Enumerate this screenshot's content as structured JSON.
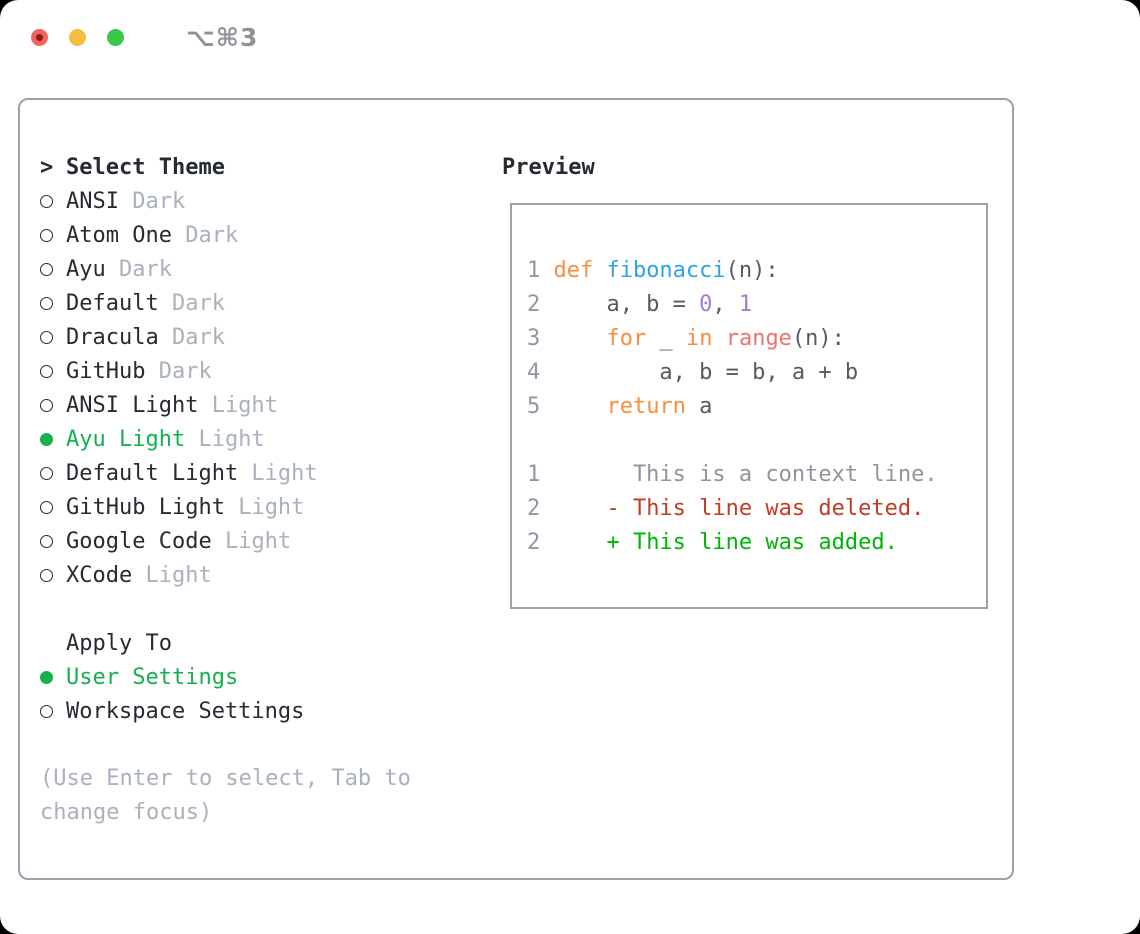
{
  "window": {
    "title": "⌥⌘3",
    "traffic_lights": [
      {
        "name": "close",
        "modified_dot": true
      },
      {
        "name": "minimize",
        "modified_dot": false
      },
      {
        "name": "zoom",
        "modified_dot": false
      }
    ]
  },
  "theme_picker": {
    "header_marker": ">",
    "header": "Select Theme",
    "themes": [
      {
        "name": "ANSI",
        "variant": "Dark",
        "selected": false
      },
      {
        "name": "Atom One",
        "variant": "Dark",
        "selected": false
      },
      {
        "name": "Ayu",
        "variant": "Dark",
        "selected": false
      },
      {
        "name": "Default",
        "variant": "Dark",
        "selected": false
      },
      {
        "name": "Dracula",
        "variant": "Dark",
        "selected": false
      },
      {
        "name": "GitHub",
        "variant": "Dark",
        "selected": false
      },
      {
        "name": "ANSI Light",
        "variant": "Light",
        "selected": false
      },
      {
        "name": "Ayu Light",
        "variant": "Light",
        "selected": true
      },
      {
        "name": "Default Light",
        "variant": "Light",
        "selected": false
      },
      {
        "name": "GitHub Light",
        "variant": "Light",
        "selected": false
      },
      {
        "name": "Google Code",
        "variant": "Light",
        "selected": false
      },
      {
        "name": "XCode",
        "variant": "Light",
        "selected": false
      }
    ],
    "apply_to": {
      "header": "Apply To",
      "options": [
        {
          "label": "User Settings",
          "selected": true
        },
        {
          "label": "Workspace Settings",
          "selected": false
        }
      ]
    },
    "hint_lines": [
      "(Use Enter to select, Tab to",
      "change focus)"
    ]
  },
  "preview": {
    "header": "Preview",
    "lines": [
      {
        "num": "1",
        "tokens": [
          {
            "t": "def ",
            "s": "kw"
          },
          {
            "t": "fibonacci",
            "s": "fn"
          },
          {
            "t": "(n):",
            "s": "code"
          }
        ]
      },
      {
        "num": "2",
        "tokens": [
          {
            "t": "    a, b = ",
            "s": "code"
          },
          {
            "t": "0",
            "s": "num"
          },
          {
            "t": ", ",
            "s": "code"
          },
          {
            "t": "1",
            "s": "num"
          }
        ]
      },
      {
        "num": "3",
        "tokens": [
          {
            "t": "    ",
            "s": "code"
          },
          {
            "t": "for",
            "s": "kw"
          },
          {
            "t": " _ ",
            "s": "code"
          },
          {
            "t": "in",
            "s": "kw"
          },
          {
            "t": " ",
            "s": "code"
          },
          {
            "t": "range",
            "s": "bi"
          },
          {
            "t": "(n):",
            "s": "code"
          }
        ]
      },
      {
        "num": "4",
        "tokens": [
          {
            "t": "        a, b = b, a + b",
            "s": "code"
          }
        ]
      },
      {
        "num": "5",
        "tokens": [
          {
            "t": "    ",
            "s": "code"
          },
          {
            "t": "return",
            "s": "kw"
          },
          {
            "t": " a",
            "s": "code"
          }
        ]
      },
      {
        "num": "",
        "tokens": []
      },
      {
        "num": "1",
        "tokens": [
          {
            "t": "      This is a context line.",
            "s": "ctx"
          }
        ]
      },
      {
        "num": "2",
        "tokens": [
          {
            "t": "    ",
            "s": "code"
          },
          {
            "t": "- This line was deleted.",
            "s": "del"
          }
        ]
      },
      {
        "num": "2",
        "tokens": [
          {
            "t": "    ",
            "s": "code"
          },
          {
            "t": "+ This line was added.",
            "s": "add"
          }
        ]
      }
    ]
  },
  "colors": {
    "tl_red": "#f4625c",
    "tl_red_dot": "#8c1d18",
    "tl_yellow": "#f6bd40",
    "tl_green": "#37c84c",
    "title_text": "#8f9398",
    "border": "#99a2ad",
    "text": "#262b32",
    "muted": "#a9b1bc",
    "green": "#14b14e",
    "line_number": "#8e97a5",
    "code_text": "#555b63",
    "keyword": "#fa8d3e",
    "function": "#2ea3e8",
    "number": "#a37acc",
    "builtin": "#f07171",
    "context": "#8f959d",
    "deleted": "#c53b22",
    "added": "#00b506"
  }
}
